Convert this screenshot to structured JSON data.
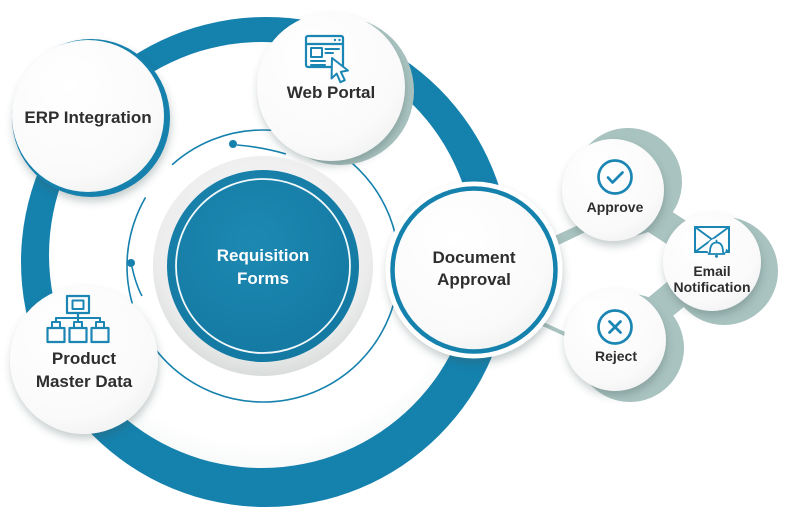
{
  "diagram": {
    "center_node": {
      "line1": "Requisition",
      "line2": "Forms"
    },
    "nodes": {
      "erp": {
        "label": "ERP Integration"
      },
      "web_portal": {
        "label": "Web Portal",
        "icon": "browser-cursor-icon"
      },
      "product_master": {
        "line1": "Product",
        "line2": "Master Data",
        "icon": "hierarchy-icon"
      },
      "document_approval": {
        "line1": "Document",
        "line2": "Approval"
      },
      "approve": {
        "label": "Approve",
        "icon": "check-circle-icon"
      },
      "reject": {
        "label": "Reject",
        "icon": "cross-circle-icon"
      },
      "email_notification": {
        "line1": "Email",
        "line2": "Notification",
        "icon": "mail-bell-icon"
      }
    },
    "colors": {
      "teal": "#1581ad",
      "icon_blue": "#1b86b4",
      "sage": "#a9c3c0",
      "text_dark": "#2e2e2e",
      "bubble_white": "#ffffff"
    }
  }
}
